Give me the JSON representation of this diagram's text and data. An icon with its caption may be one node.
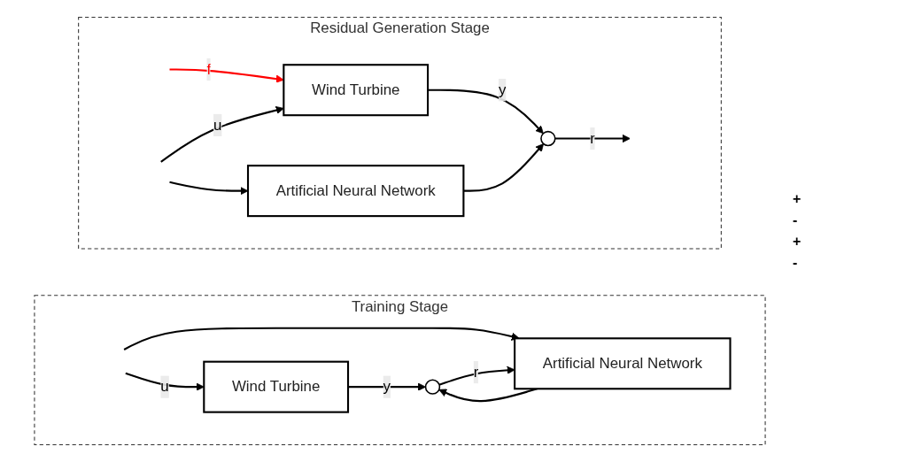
{
  "diagram": {
    "nodes": [
      {
        "text": [
          "Training Stage"
        ]
      },
      {
        "text": [
          "Wind Turbine"
        ],
        "in": 0
      },
      {
        "text": [
          "Artificial Neural Network"
        ],
        "in": 0
      },
      {
        "text": [],
        "shape": "circle",
        "in": 0
      },
      {
        "text": [
          "Residual Generation Stage"
        ]
      },
      {
        "text": [
          "Wind Turbine"
        ],
        "in": 4
      },
      {
        "text": [
          "Artificial Neural Network"
        ],
        "in": 4
      },
      {
        "text": [],
        "shape": "circle",
        "in": 4
      }
    ],
    "edges": [
      {
        "from": null,
        "to": 1,
        "arrow": "to",
        "label": "u"
      },
      {
        "from": null,
        "to": 2,
        "arrow": "to"
      },
      {
        "from": 1,
        "to": 3,
        "arrow": "to",
        "label": "y"
      },
      {
        "from": 2,
        "to": 3,
        "arrow": "to"
      },
      {
        "from": 3,
        "to": 2,
        "arrow": "to",
        "label": "r"
      },
      {
        "from": null,
        "to": 5,
        "arrow": "to",
        "label": "f",
        "color": "#ff0000"
      },
      {
        "from": null,
        "to": 5,
        "arrow": "to",
        "label": "u"
      },
      {
        "from": null,
        "to": 6,
        "arrow": "to"
      },
      {
        "from": 5,
        "to": 7,
        "arrow": "to",
        "label": "y"
      },
      {
        "from": 6,
        "to": 7,
        "arrow": "to"
      },
      {
        "from": 7,
        "to": null,
        "arrow": "to",
        "label": "r"
      }
    ],
    "labels": [
      "+",
      "-",
      "+",
      "-"
    ]
  }
}
